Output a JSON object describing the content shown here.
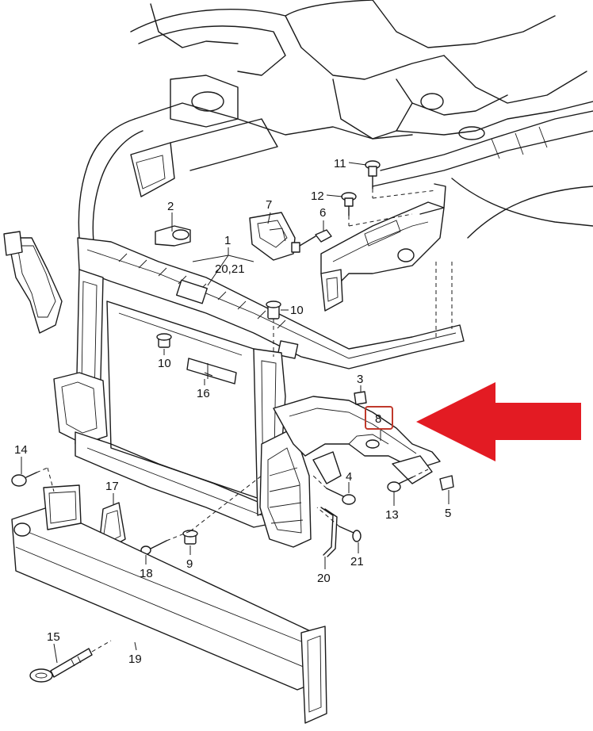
{
  "callouts": {
    "n1": "1",
    "n1_sub": "20,21",
    "n2": "2",
    "n3": "3",
    "n4": "4",
    "n5": "5",
    "n6": "6",
    "n7": "7",
    "n8": "8",
    "n9": "9",
    "n10a": "10",
    "n10b": "10",
    "n11": "11",
    "n12": "12",
    "n13": "13",
    "n14": "14",
    "n15": "15",
    "n16": "16",
    "n17": "17",
    "n18": "18",
    "n19": "19",
    "n20": "20",
    "n21": "21"
  },
  "highlight": {
    "box_color": "#c0392b",
    "arrow_color": "#e31b23"
  }
}
